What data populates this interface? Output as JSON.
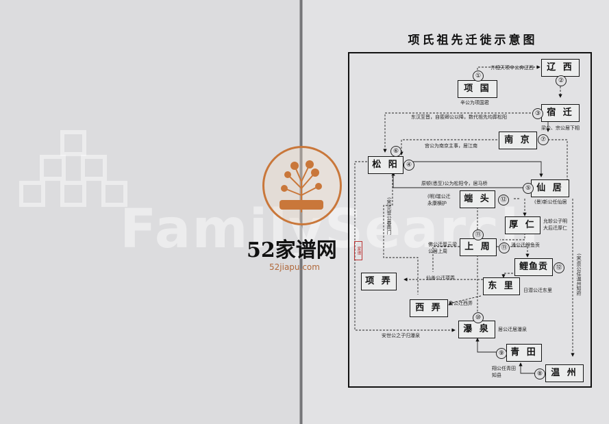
{
  "title": "项氏祖先迁徙示意图",
  "watermark": {
    "text": "FamilySearch"
  },
  "brand": {
    "name": "52家谱网",
    "url": "52jiapu.com"
  },
  "places": {
    "xiangguo": "项 国",
    "liaoxi": "辽 西",
    "suqian": "宿 迁",
    "nanjing": "南 京",
    "songyang": "松 阳",
    "xianju": "仙 居",
    "duantou": "端 头",
    "houren": "厚 仁",
    "shangzhou": "上 周",
    "liyugong": "鲤鱼贡",
    "xiangnong": "项 弄",
    "dongli": "东 里",
    "xinong": "西 弄",
    "puquan": "瀑 泉",
    "qingtian": "青 田",
    "wenzhou": "温 州"
  },
  "numbers": [
    "①",
    "②",
    "③",
    "④",
    "⑤",
    "⑥",
    "⑦",
    "⑧",
    "⑨",
    "⑩",
    "⑪",
    "⑫"
  ],
  "notes": {
    "n1": "齐桓天项辛公奔辽西",
    "n2": "辛公为项国君",
    "n3": "东汉至晋，自匿卿公以降，数代祖先均葬松阳",
    "n4": "梁公、宗公居下相",
    "n5": "宫公为南京主事，居江南",
    "n6": "原顿(悉至)公为松阳令，居马桥",
    "n7": "(景)新公任仙居",
    "n8": "(明)瑞公迁永康横护",
    "n9": "允轸公子明大后迁厚仁",
    "n10": "佛公迁厘云梁公居上周",
    "n11": "潘公迁鲤鱼贡",
    "n12": "仙善公迁项弄",
    "n13": "鲁公迁西弄",
    "n14": "日潜公迁东里",
    "n15": "居公迁居瀑泉",
    "n16": "安世公之子归瀑泉",
    "n17": "翔公任青田知县",
    "v1": "(宋)元世公暮南门",
    "v2": "(宋)宗公任温州知府"
  },
  "seal_text": "家谱"
}
